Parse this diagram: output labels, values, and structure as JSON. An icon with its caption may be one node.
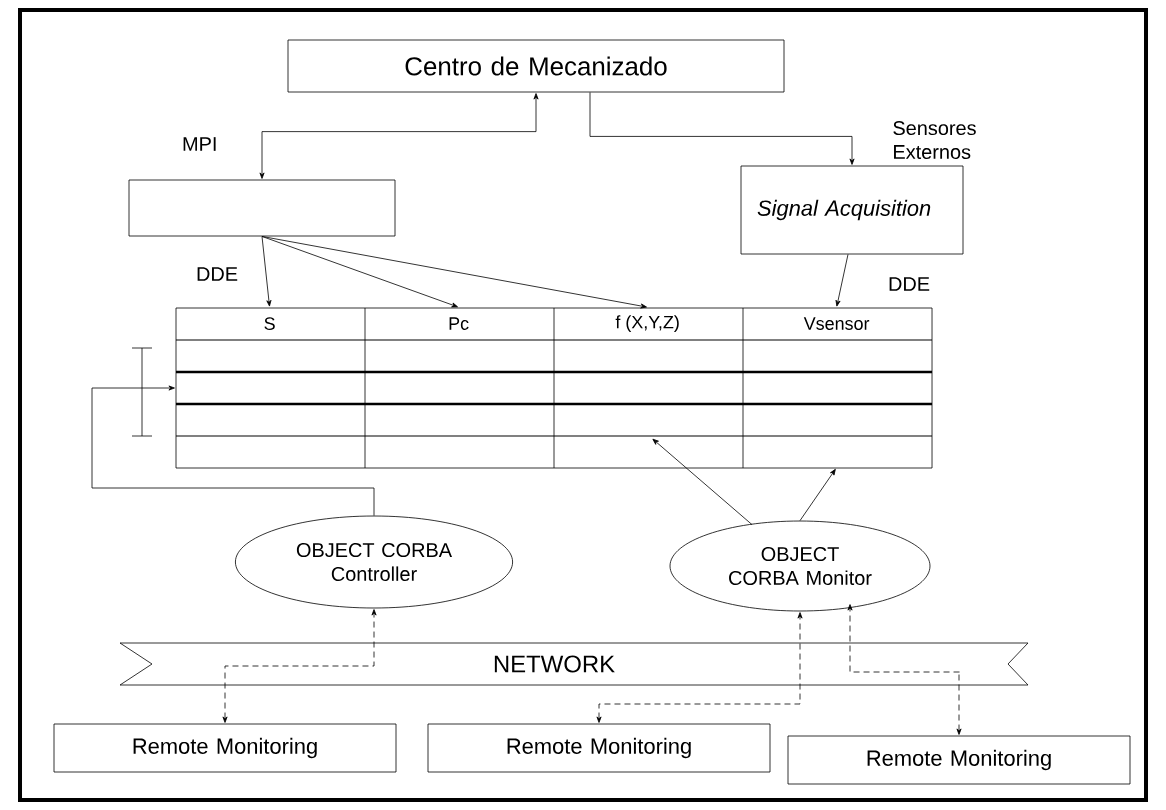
{
  "diagram": {
    "nodes": [
      {
        "text": [
          "Centro de Mecanizado"
        ]
      },
      {
        "text": [],
        "shape": "box"
      },
      {
        "text": [
          "Signal Acquisition"
        ]
      },
      {
        "text": [],
        "shape": "box"
      },
      {
        "text": [
          "S"
        ],
        "in": 3
      },
      {
        "text": [
          "Pc"
        ],
        "in": 3
      },
      {
        "text": [
          "f (X,Y,Z)"
        ],
        "in": 3
      },
      {
        "text": [
          "Vsensor"
        ],
        "in": 3
      },
      {
        "text": [
          "OBJECT CORBA Controller"
        ]
      },
      {
        "text": [
          "OBJECT CORBA Monitor"
        ]
      },
      {
        "text": [
          "Remote Monitoring"
        ]
      },
      {
        "text": [
          "Remote Monitoring"
        ]
      },
      {
        "text": [
          "Remote Monitoring"
        ]
      }
    ],
    "labels": [
      "NETWORK"
    ],
    "edges": [
      {
        "from": 1,
        "to": 0,
        "arrow": "both",
        "label": "MPI"
      },
      {
        "from": 0,
        "to": 2,
        "arrow": "to",
        "label": "Sensores Externos"
      },
      {
        "from": 1,
        "to": 4,
        "arrow": "to",
        "label": "DDE"
      },
      {
        "from": 1,
        "to": 5,
        "arrow": "to"
      },
      {
        "from": 1,
        "to": 6,
        "arrow": "to"
      },
      {
        "from": 2,
        "to": 7,
        "arrow": "to",
        "label": "DDE"
      },
      {
        "from": 8,
        "to": 3,
        "arrow": "to"
      },
      {
        "from": 9,
        "to": 3,
        "arrow": "to"
      },
      {
        "from": 9,
        "to": 3,
        "arrow": "to"
      },
      {
        "from": 10,
        "to": 8,
        "arrow": "both",
        "style": "dashed"
      },
      {
        "from": 11,
        "to": 9,
        "arrow": "both",
        "style": "dashed"
      },
      {
        "from": 12,
        "to": 9,
        "arrow": "both",
        "style": "dashed"
      }
    ]
  }
}
